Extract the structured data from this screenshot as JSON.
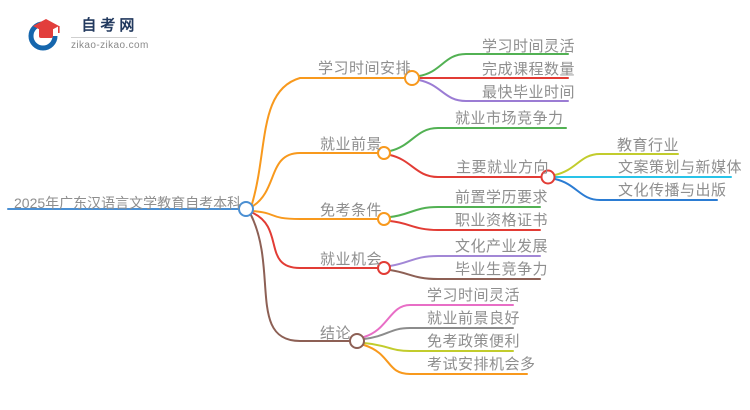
{
  "logo": {
    "title": "自考网",
    "domain": "zikao-zikao.com",
    "brand_blue": "#1566ad",
    "brand_red": "#e23e3c",
    "title_color": "#22395e"
  },
  "palette": {
    "text_gray": "#8e8e8e",
    "root_blue": "#4a8fd3",
    "orange": "#f8991d",
    "green": "#52b153",
    "red": "#e23c35",
    "purple": "#9b7cd4",
    "light_purple": "#a287d6",
    "brown": "#8d6055",
    "yellow_green": "#c2cc2d",
    "cyan": "#29c3e8",
    "deep_blue": "#2b7cd3",
    "pink": "#e86ec6",
    "gray": "#8c8c8c"
  },
  "mindmap": {
    "root": {
      "label": "2025年广东汉语言文学教育自考本科",
      "color": "#4a8fd3"
    },
    "branches": [
      {
        "label": "学习时间安排",
        "color": "#f8991d",
        "children": [
          {
            "label": "学习时间灵活",
            "color": "#52b153"
          },
          {
            "label": "完成课程数量",
            "color": "#e23c35"
          },
          {
            "label": "最快毕业时间",
            "color": "#9b7cd4"
          }
        ]
      },
      {
        "label": "就业前景",
        "color": "#f8991d",
        "children": [
          {
            "label": "就业市场竞争力",
            "color": "#52b153"
          },
          {
            "label": "主要就业方向",
            "color": "#e23c35",
            "children": [
              {
                "label": "教育行业",
                "color": "#c2cc2d"
              },
              {
                "label": "文案策划与新媒体",
                "color": "#29c3e8"
              },
              {
                "label": "文化传播与出版",
                "color": "#2b7cd3"
              }
            ]
          }
        ]
      },
      {
        "label": "免考条件",
        "color": "#f8991d",
        "children": [
          {
            "label": "前置学历要求",
            "color": "#52b153"
          },
          {
            "label": "职业资格证书",
            "color": "#e23c35"
          }
        ]
      },
      {
        "label": "就业机会",
        "color": "#e23c35",
        "children": [
          {
            "label": "文化产业发展",
            "color": "#a287d6"
          },
          {
            "label": "毕业生竞争力",
            "color": "#8d6055"
          }
        ]
      },
      {
        "label": "结论",
        "color": "#8d6055",
        "children": [
          {
            "label": "学习时间灵活",
            "color": "#e86ec6"
          },
          {
            "label": "就业前景良好",
            "color": "#8c8c8c"
          },
          {
            "label": "免考政策便利",
            "color": "#c2cc2d"
          },
          {
            "label": "考试安排机会多",
            "color": "#f8991d"
          }
        ]
      }
    ]
  }
}
